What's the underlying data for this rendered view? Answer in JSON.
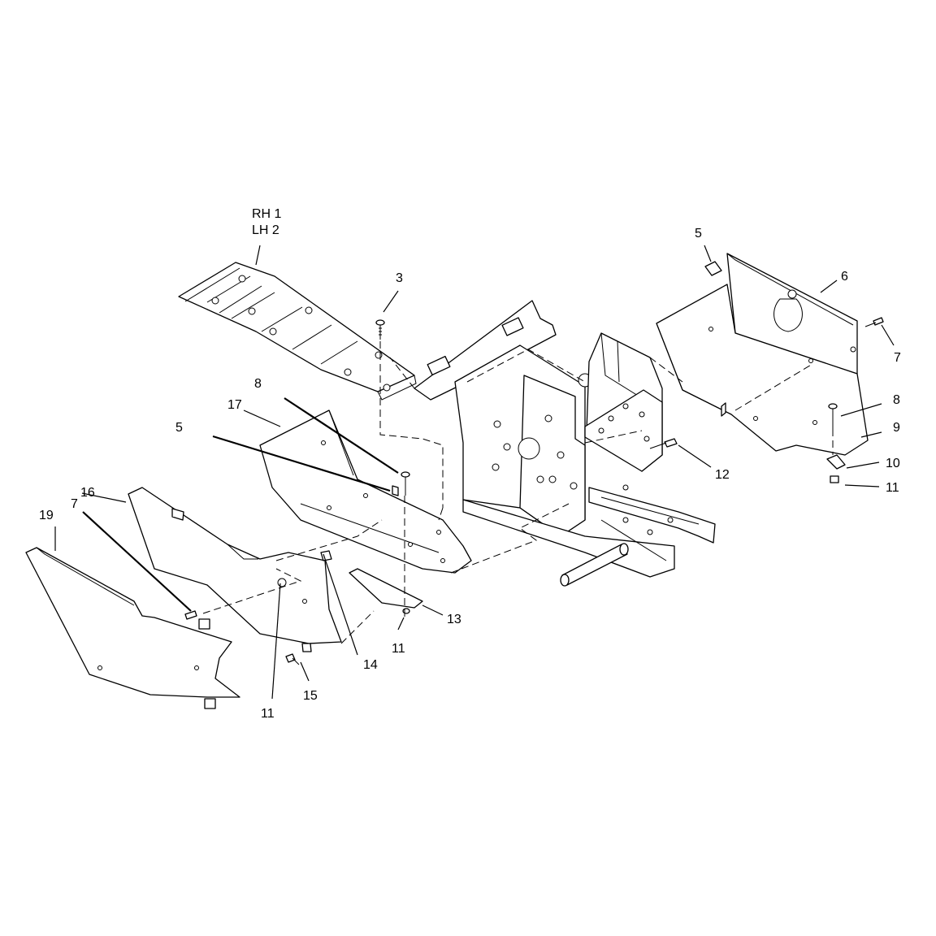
{
  "callouts": {
    "rh1": "RH 1",
    "lh2": "LH 2",
    "c3": "3",
    "c5_top": "5",
    "c6": "6",
    "c7_right": "7",
    "c8_right": "8",
    "c9": "9",
    "c10": "10",
    "c11_right": "11",
    "c12": "12",
    "c8_left": "8",
    "c17": "17",
    "c5_left": "5",
    "c16": "16",
    "c7_left": "7",
    "c19": "19",
    "c13": "13",
    "c11_mid": "11",
    "c14": "14",
    "c15": "15",
    "c11_bottom": "11"
  }
}
